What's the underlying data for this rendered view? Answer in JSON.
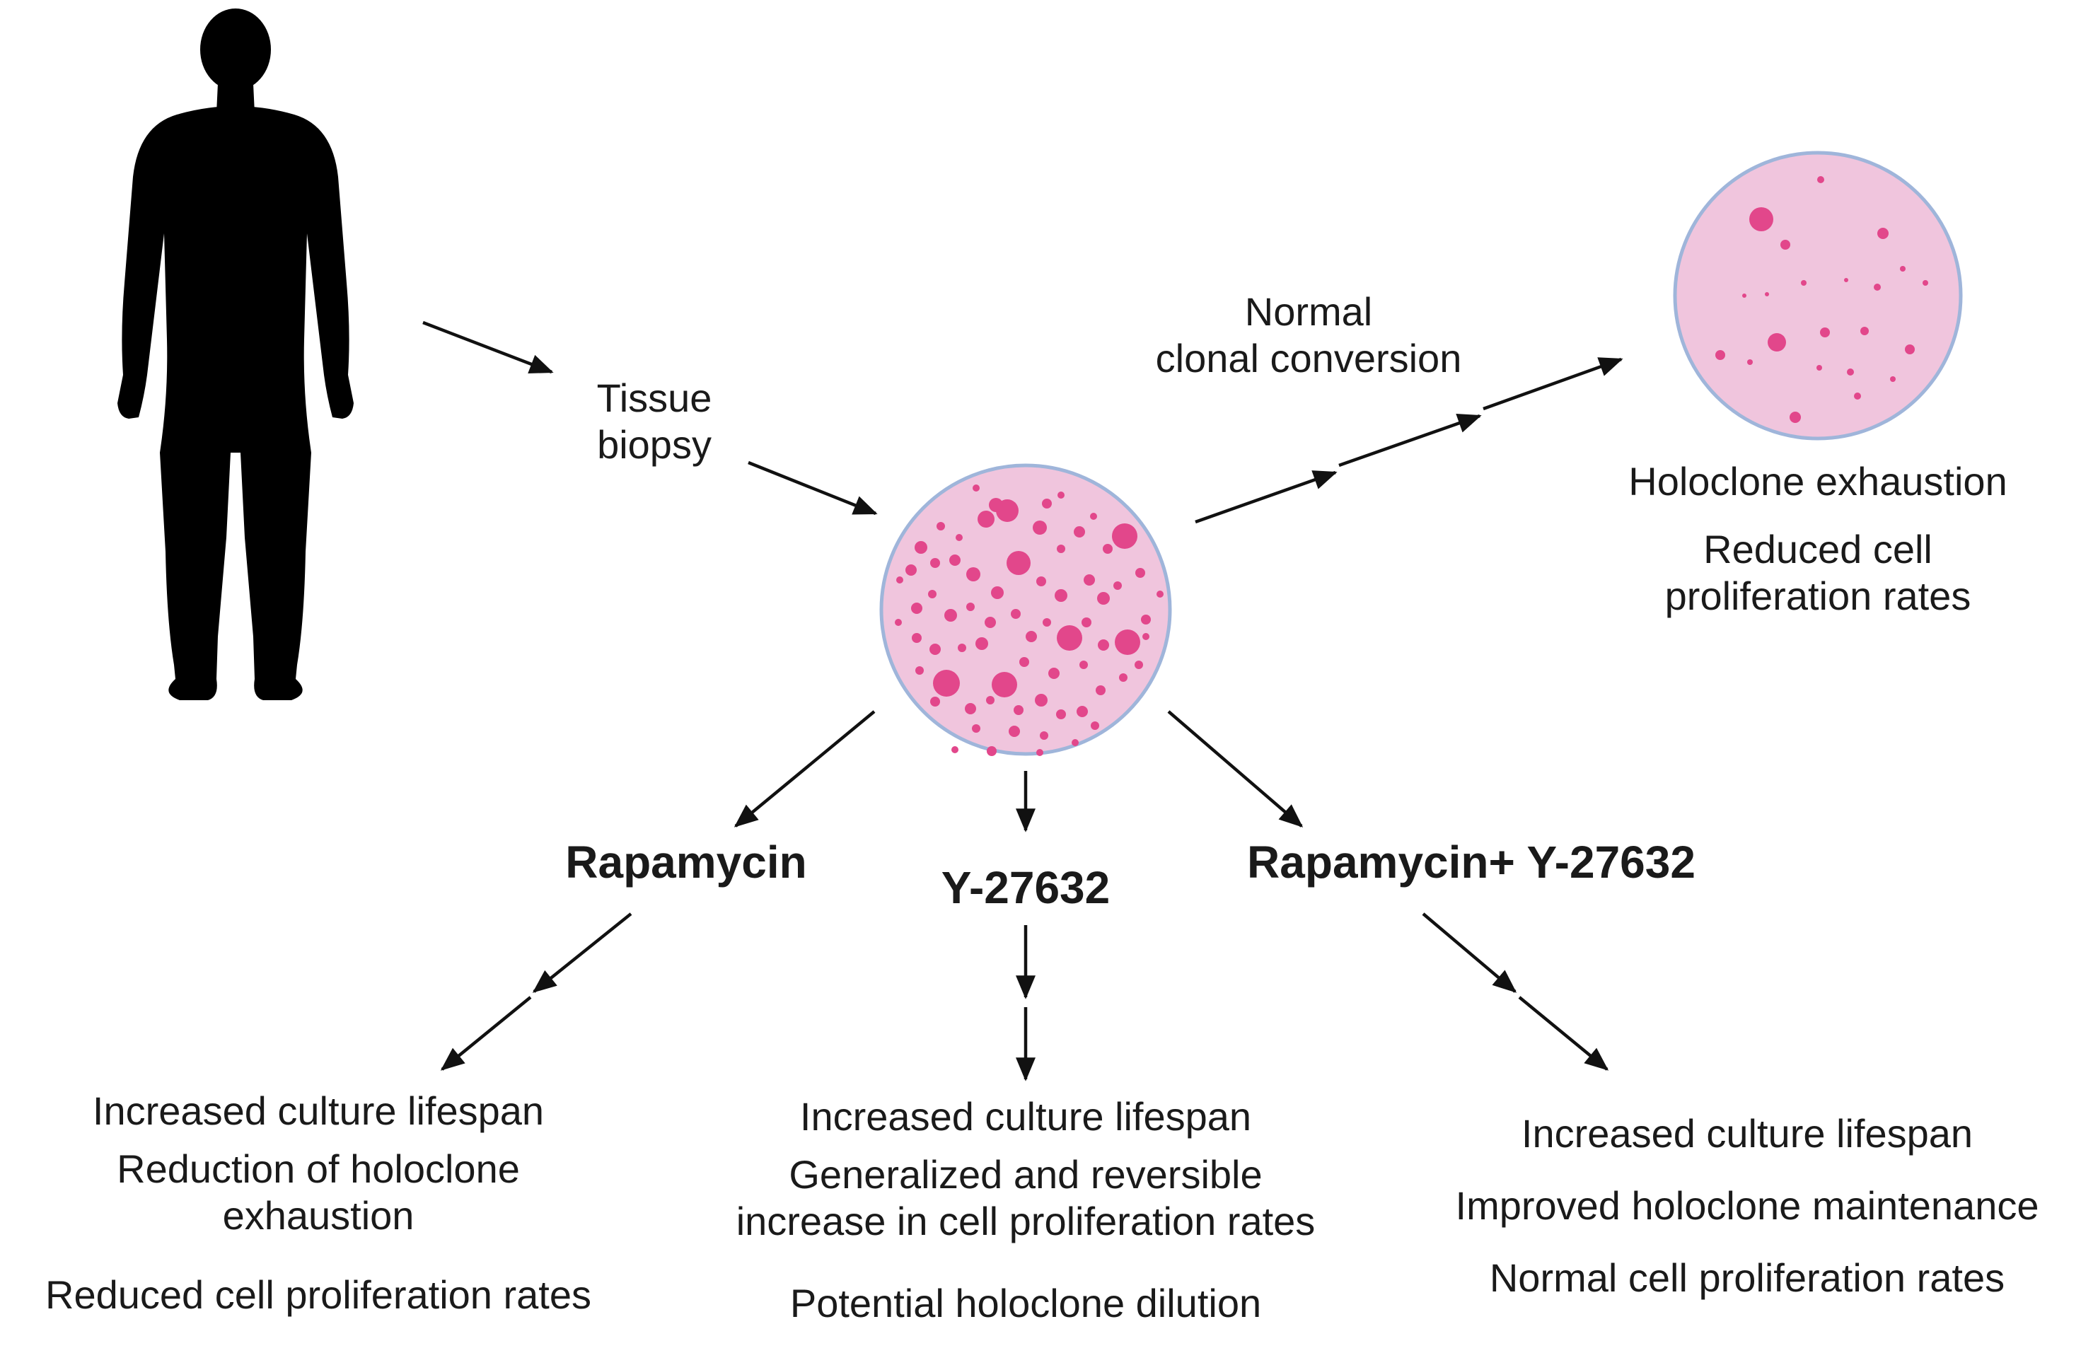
{
  "colors": {
    "dish_fill": "#f0c5dd",
    "dish_border": "#9fb5da",
    "colony": "#e2478b",
    "arrow": "#111111",
    "silhouette": "#000000"
  },
  "labels": {
    "tissue_biopsy": [
      "Tissue",
      "biopsy"
    ],
    "normal_conversion": [
      "Normal",
      "clonal conversion"
    ],
    "normal_outcomes": [
      "Holoclone exhaustion",
      "Reduced cell",
      "proliferation rates"
    ],
    "treatments": {
      "rapamycin": "Rapamycin",
      "y27632": "Y-27632",
      "combo": "Rapamycin+ Y-27632"
    },
    "rapamycin_outcomes": [
      "Increased culture lifespan",
      "Reduction of holoclone",
      "exhaustion",
      "Reduced cell proliferation rates"
    ],
    "y27632_outcomes": [
      "Increased culture lifespan",
      "Generalized and reversible",
      "increase in cell proliferation rates",
      "Potential holoclone dilution"
    ],
    "combo_outcomes": [
      "Increased culture lifespan",
      "Improved holoclone maintenance",
      "Normal cell proliferation rates"
    ]
  },
  "icons": [
    "human-silhouette-icon",
    "culture-dish-icon"
  ]
}
